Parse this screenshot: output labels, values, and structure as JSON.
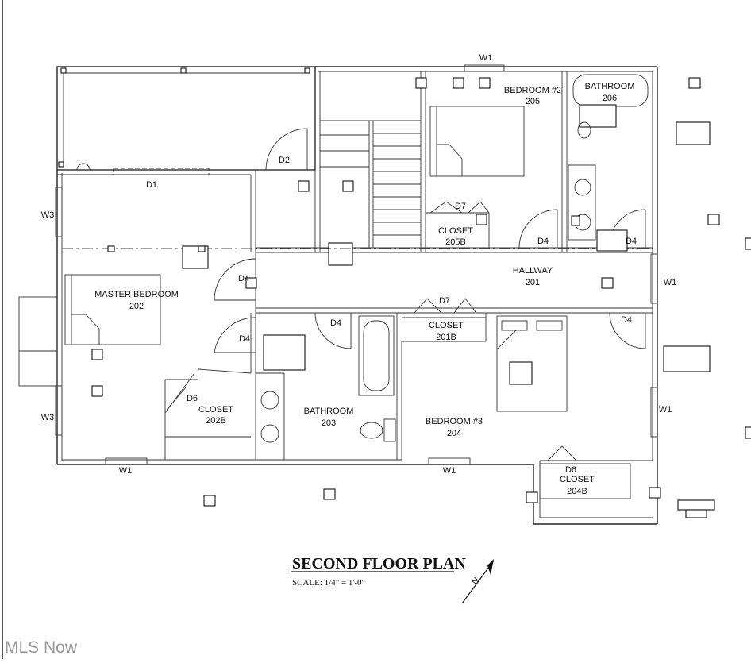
{
  "plan": {
    "title": "SECOND FLOOR PLAN",
    "scale": "SCALE:  1/4\" = 1'-0\"",
    "north": "N"
  },
  "rooms": {
    "master_bedroom": "MASTER BEDROOM",
    "master_bedroom_num": "202",
    "bedroom2": "BEDROOM #2",
    "bedroom2_num": "205",
    "bathroom206": "BATHROOM",
    "bathroom206_num": "206",
    "closet205b": "CLOSET",
    "closet205b_num": "205B",
    "hallway": "HALLWAY",
    "hallway_num": "201",
    "closet201b": "CLOSET",
    "closet201b_num": "201B",
    "bathroom203": "BATHROOM",
    "bathroom203_num": "203",
    "bedroom3": "BEDROOM #3",
    "bedroom3_num": "204",
    "closet202b": "CLOSET",
    "closet202b_num": "202B",
    "closet204b": "CLOSET",
    "closet204b_num": "204B"
  },
  "tags": {
    "d1": "D1",
    "d2": "D2",
    "d4": "D4",
    "d6": "D6",
    "d7": "D7",
    "w1": "W1",
    "w3": "W3"
  },
  "watermark": "MLS Now"
}
